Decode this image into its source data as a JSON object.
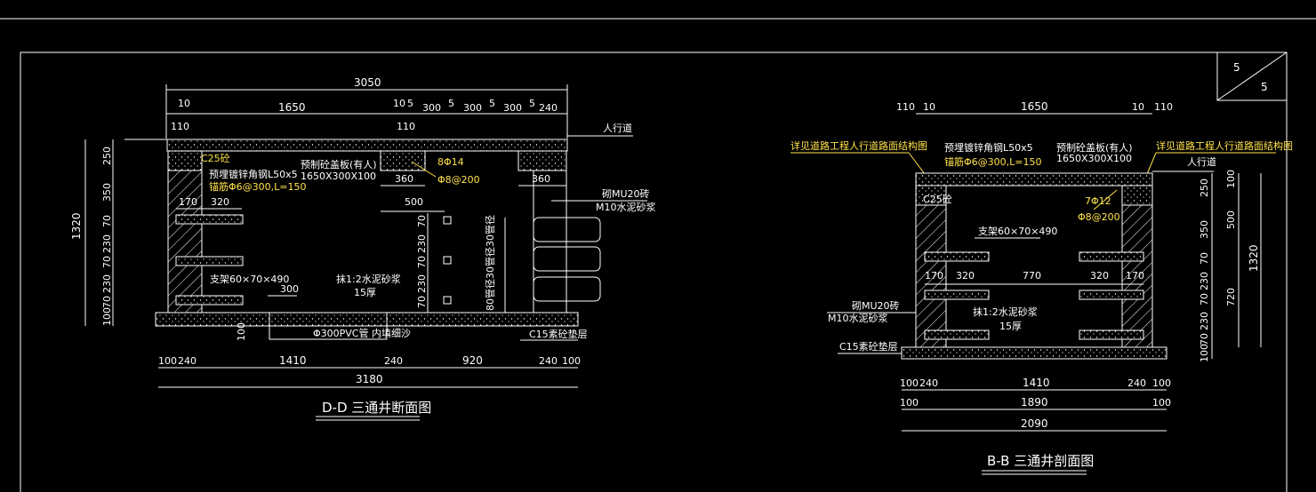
{
  "sheet": {
    "number": "5",
    "total": "5"
  },
  "left": {
    "title": "D-D 三通井断面图",
    "dims_top": [
      "3050",
      "10",
      "1650",
      "10",
      "5",
      "300",
      "5",
      "300",
      "5",
      "300",
      "5",
      "240",
      "110",
      "110"
    ],
    "dims_left": [
      "250",
      "350",
      "70",
      "230",
      "70",
      "230",
      "70",
      "100",
      "1320"
    ],
    "dims_mid": [
      "360",
      "360",
      "500",
      "70",
      "230",
      "70",
      "230",
      "70"
    ],
    "dims_bottom": [
      "100",
      "240",
      "1410",
      "240",
      "920",
      "240",
      "100",
      "3180"
    ],
    "dim_170": "170",
    "dim_320": "320",
    "dim_300": "300",
    "dim_100": "100",
    "labels": {
      "sidewalk": "人行道",
      "c25": "C25砼",
      "angle_steel": "预埋镀锌角钢L50x5",
      "anchor": "锚筋Φ6@300,L=150",
      "cover": "预制砼盖板(有人)",
      "cover_size": "1650X300X100",
      "rebar_top": "8Φ14",
      "rebar_stir": "Φ8@200",
      "brick": "砌MU20砖",
      "mortar": "M10水泥砂浆",
      "bracket": "支架60×70×490",
      "plaster": "抹1:2水泥砂浆",
      "plaster_thk": "15厚",
      "pvc": "Φ300PVC管 内填细沙",
      "cushion": "C15素砼垫层",
      "pipe_label": "80管径30管径30管径"
    }
  },
  "right": {
    "title": "B-B 三通井剖面图",
    "dims_top": [
      "110",
      "10",
      "1650",
      "10",
      "110"
    ],
    "dims_right": [
      "250",
      "350",
      "70",
      "230",
      "70",
      "230",
      "70",
      "100",
      "100",
      "500",
      "720",
      "1320"
    ],
    "dims_inner": [
      "170",
      "320",
      "770",
      "320",
      "170"
    ],
    "dims_bottom": [
      "100",
      "240",
      "1410",
      "240",
      "100",
      "100",
      "1890",
      "100",
      "2090"
    ],
    "labels": {
      "ref_left": "详见道路工程人行道路面结构图",
      "ref_right": "详见道路工程人行道路面结构图",
      "angle_steel": "预埋镀锌角钢L50x5",
      "anchor": "锚筋Φ6@300,L=150",
      "cover": "预制砼盖板(有人)",
      "cover_size": "1650X300X100",
      "sidewalk": "人行道",
      "c25": "C25砼",
      "rebar_top": "7Φ12",
      "rebar_stir": "Φ8@200",
      "bracket": "支架60×70×490",
      "brick": "砌MU20砖",
      "mortar": "M10水泥砂浆",
      "plaster": "抹1:2水泥砂浆",
      "plaster_thk": "15厚",
      "cushion": "C15素砼垫层"
    }
  }
}
